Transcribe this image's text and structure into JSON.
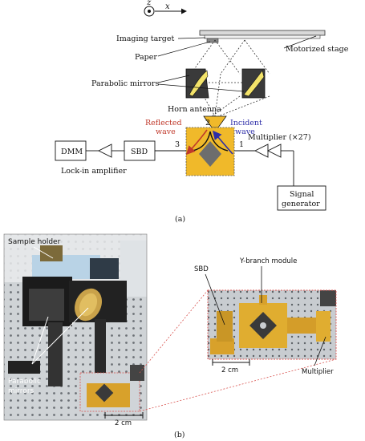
{
  "panel_a": {
    "axis_z": "z",
    "axis_x": "x",
    "imaging_target": "Imaging target",
    "motorized_stage": "Motorized stage",
    "paper": "Paper",
    "parabolic_mirrors": "Parabolic mirrors",
    "horn_antenna": "Horn antenna",
    "reflected": "Reflected",
    "wave_reflected": "wave",
    "incident": "Incident",
    "wave_incident": "wave",
    "port_1": "1",
    "port_2": "2",
    "port_3": "3",
    "dmm": "DMM",
    "sbd": "SBD",
    "lockin": "Lock-in amplifier",
    "multiplier": "Multiplier (×27)",
    "signal": "Signal",
    "generator": "generator",
    "caption": "(a)",
    "colors": {
      "reflected": "#c0392b",
      "incident": "#2e2ea8",
      "module": "#f0b92a",
      "mirror": "#f3e36a"
    }
  },
  "panel_b": {
    "sample_holder": "Sample holder",
    "parabolic": "Parabolic",
    "mirrors": "mirrors",
    "scale_left": "2 cm",
    "sbd": "SBD",
    "ybranch": "Y-branch module",
    "scale_right": "2 cm",
    "multiplier": "Multiplier",
    "caption": "(b)"
  }
}
